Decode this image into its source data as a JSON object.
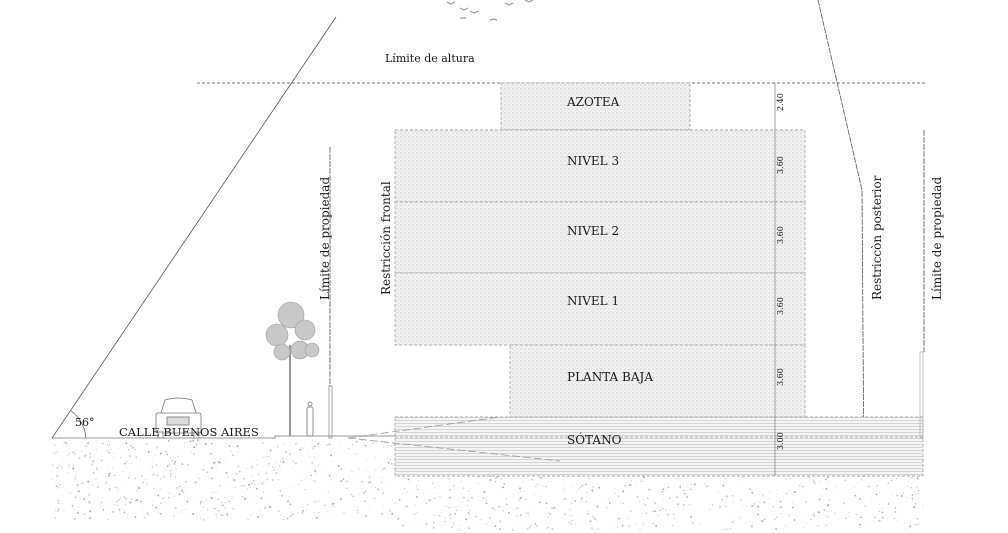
{
  "labels": {
    "height_limit": "Límite de altura",
    "street": "CALLE BUENOS AIRES",
    "angle": "56°",
    "property_limit_left": "Límite de propiedad",
    "front_setback": "Restricción frontal",
    "rear_setback": "Restriccòn posterior",
    "property_limit_right": "Límite de propiedad"
  },
  "floors": [
    {
      "name": "AZOTEA",
      "height": "2.40"
    },
    {
      "name": "NIVEL 3",
      "height": "3.60"
    },
    {
      "name": "NIVEL 2",
      "height": "3.60"
    },
    {
      "name": "NIVEL 1",
      "height": "3.60"
    },
    {
      "name": "PLANTA BAJA",
      "height": "3.60"
    },
    {
      "name": "SÓTANO",
      "height": "3.00"
    }
  ],
  "colors": {
    "line": "#555555",
    "fill": "#e9e9e9",
    "text": "#1a1a1a"
  }
}
